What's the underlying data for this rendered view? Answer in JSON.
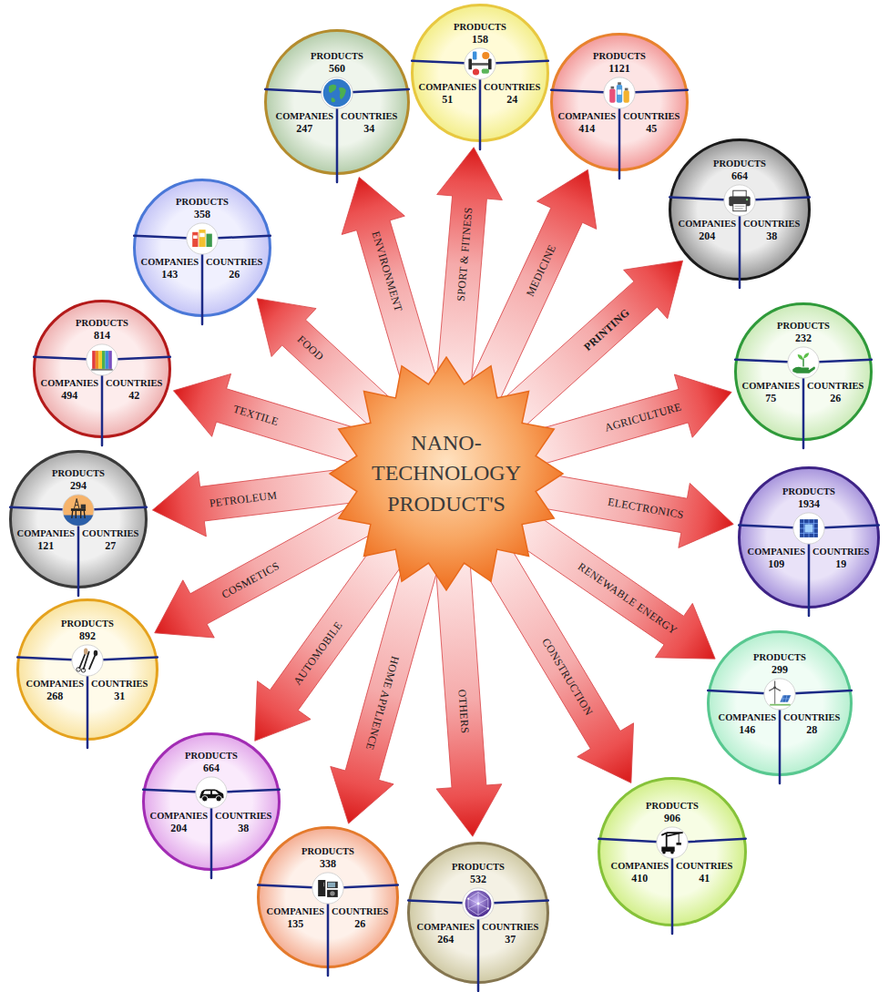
{
  "diagram": {
    "nodes": [
      {
        "text": [
          "NANO- TECHNOLOGY PRODUCT'S"
        ]
      },
      {
        "text": [
          "PRODUCTS",
          "158",
          "COMPANIES",
          "51",
          "COUNTRIES",
          "24"
        ]
      },
      {
        "text": [
          "PRODUCTS",
          "1121",
          "COMPANIES",
          "414",
          "COUNTRIES",
          "45"
        ]
      },
      {
        "text": [
          "PRODUCTS",
          "664",
          "COMPANIES",
          "204",
          "COUNTRIES",
          "38"
        ]
      },
      {
        "text": [
          "PRODUCTS",
          "232",
          "COMPANIES",
          "75",
          "COUNTRIES",
          "26"
        ]
      },
      {
        "text": [
          "PRODUCTS",
          "1934",
          "COMPANIES",
          "109",
          "COUNTRIES",
          "19"
        ]
      },
      {
        "text": [
          "PRODUCTS",
          "299",
          "COMPANIES",
          "146",
          "COUNTRIES",
          "28"
        ]
      },
      {
        "text": [
          "PRODUCTS",
          "906",
          "COMPANIES",
          "410",
          "COUNTRIES",
          "41"
        ]
      },
      {
        "text": [
          "PRODUCTS",
          "532",
          "COMPANIES",
          "264",
          "COUNTRIES",
          "37"
        ]
      },
      {
        "text": [
          "PRODUCTS",
          "338",
          "COMPANIES",
          "135",
          "COUNTRIES",
          "26"
        ]
      },
      {
        "text": [
          "PRODUCTS",
          "664",
          "COMPANIES",
          "204",
          "COUNTRIES",
          "38"
        ]
      },
      {
        "text": [
          "PRODUCTS",
          "892",
          "COMPANIES",
          "268",
          "COUNTRIES",
          "31"
        ]
      },
      {
        "text": [
          "PRODUCTS",
          "294",
          "COMPANIES",
          "121",
          "COUNTRIES",
          "27"
        ]
      },
      {
        "text": [
          "PRODUCTS",
          "814",
          "COMPANIES",
          "494",
          "COUNTRIES",
          "42"
        ]
      },
      {
        "text": [
          "PRODUCTS",
          "358",
          "COMPANIES",
          "143",
          "COUNTRIES",
          "26"
        ]
      },
      {
        "text": [
          "PRODUCTS",
          "560",
          "COMPANIES",
          "247",
          "COUNTRIES",
          "34"
        ]
      }
    ],
    "edges": [
      {
        "from": 0,
        "to": 1,
        "arrow": "to",
        "label": "SPORT & FITNESS"
      },
      {
        "from": 0,
        "to": 2,
        "arrow": "to",
        "label": "MEDICINE"
      },
      {
        "from": 0,
        "to": 3,
        "arrow": "to",
        "label": "PRINTING"
      },
      {
        "from": 0,
        "to": 4,
        "arrow": "to",
        "label": "AGRICULTURE"
      },
      {
        "from": 0,
        "to": 5,
        "arrow": "to",
        "label": "ELECTRONICS"
      },
      {
        "from": 0,
        "to": 6,
        "arrow": "to",
        "label": "RENEWABLE ENERGY"
      },
      {
        "from": 0,
        "to": 7,
        "arrow": "to",
        "label": "CONSTRUCTION"
      },
      {
        "from": 0,
        "to": 8,
        "arrow": "to",
        "label": "OTHERS"
      },
      {
        "from": 0,
        "to": 9,
        "arrow": "to",
        "label": "HOME APPLIENCE"
      },
      {
        "from": 0,
        "to": 10,
        "arrow": "to",
        "label": "AUTOMOBILE"
      },
      {
        "from": 0,
        "to": 11,
        "arrow": "to",
        "label": "COSMETICS"
      },
      {
        "from": 0,
        "to": 12,
        "arrow": "to",
        "label": "PETROLEUM"
      },
      {
        "from": 0,
        "to": 13,
        "arrow": "to",
        "label": "TEXTILE"
      },
      {
        "from": 0,
        "to": 14,
        "arrow": "to",
        "label": "FOOD"
      },
      {
        "from": 0,
        "to": 15,
        "arrow": "to",
        "label": "ENVIRONMENT"
      }
    ]
  }
}
